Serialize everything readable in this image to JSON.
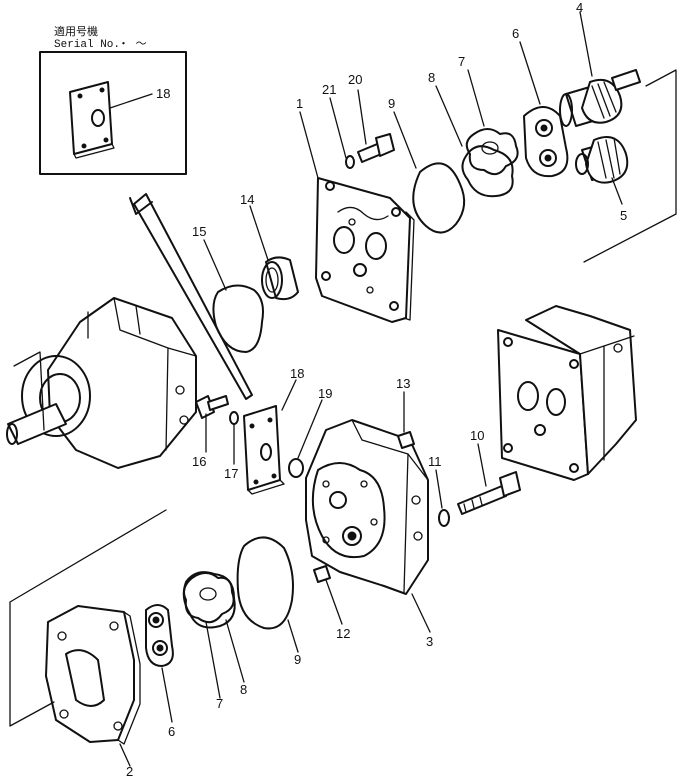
{
  "header": {
    "applicable_label": "適用号機",
    "serial_label": "Serial No.",
    "serial_range": "・  ～"
  },
  "callouts": [
    "1",
    "2",
    "3",
    "4",
    "5",
    "6",
    "6",
    "7",
    "7",
    "8",
    "8",
    "9",
    "9",
    "10",
    "11",
    "12",
    "13",
    "14",
    "15",
    "16",
    "17",
    "18",
    "18",
    "19",
    "20",
    "21"
  ]
}
